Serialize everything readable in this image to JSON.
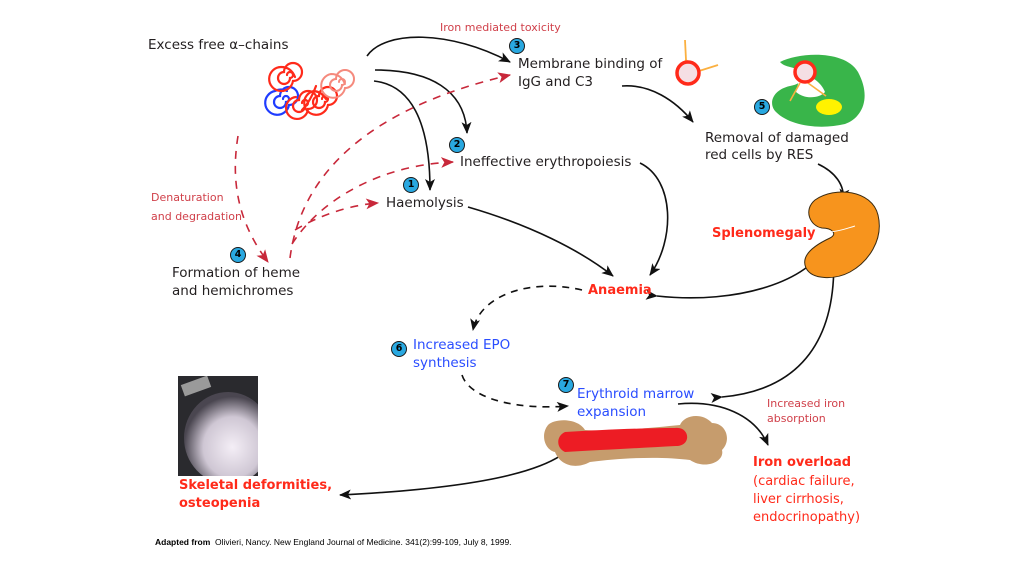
{
  "nodes": {
    "alpha_chains": "Excess free α–chains",
    "iron_toxicity": "Iron mediated toxicity",
    "membrane_binding": [
      "Membrane binding of",
      "IgG and C3"
    ],
    "removal": [
      "Removal of damaged",
      "red cells by RES"
    ],
    "ineffective": "Ineffective erythropoiesis",
    "haemolysis": "Haemolysis",
    "denaturation": [
      "Denaturation",
      "and degradation"
    ],
    "heme": [
      "Formation of heme",
      "and hemichromes"
    ],
    "splenomegaly": "Splenomegaly",
    "anaemia": "Anaemia",
    "epo": [
      "Increased EPO",
      "synthesis"
    ],
    "marrow": [
      "Erythroid marrow",
      "expansion"
    ],
    "iron_absorption": [
      "Increased iron",
      "absorption"
    ],
    "iron_overload": "Iron overload",
    "iron_overload_details": [
      "(cardiac failure,",
      "liver cirrhosis,",
      "endocrinopathy)"
    ],
    "skeletal": [
      "Skeletal deformities,",
      "osteopenia"
    ]
  },
  "badges": [
    "1",
    "2",
    "3",
    "4",
    "5",
    "6",
    "7"
  ],
  "citation": {
    "prefix": "Adapted from",
    "text": "Olivieri, Nancy. New England Journal of Medicine. 341(2):99-109, July 8, 1999."
  },
  "colors": {
    "badge": "#29a8e0",
    "emphasis_red": "#ff2a1a",
    "annotation_red": "#d0404a",
    "process_blue": "#2a4dff",
    "spleen_orange": "#f7941d",
    "macrophage_green": "#39b54a",
    "bone_tan": "#c69c6d",
    "marrow_red": "#ed1c24"
  }
}
